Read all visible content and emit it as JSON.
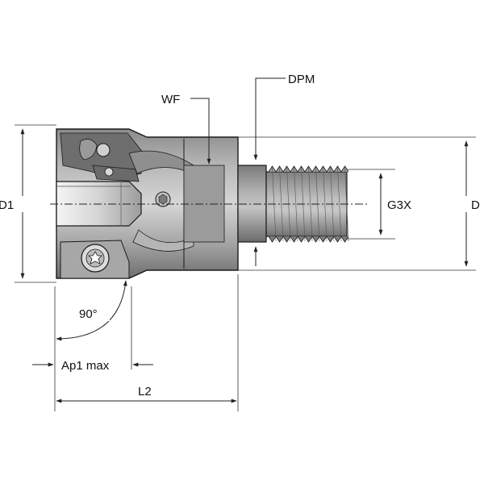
{
  "diagram": {
    "labels": {
      "d1": "D1",
      "d": "D",
      "wf": "WF",
      "dpm": "DPM",
      "g3x": "G3X",
      "angle": "90°",
      "ap1max": "Ap1 max",
      "l2": "L2"
    },
    "colors": {
      "body_dark": "#7d7d7d",
      "body_mid": "#a3a3a3",
      "body_light": "#c9c9c9",
      "shank": "#8c8c8c",
      "thread": "#9a9a9a",
      "insert": "#e4e4e4",
      "line": "#222222",
      "background": "#ffffff"
    }
  }
}
